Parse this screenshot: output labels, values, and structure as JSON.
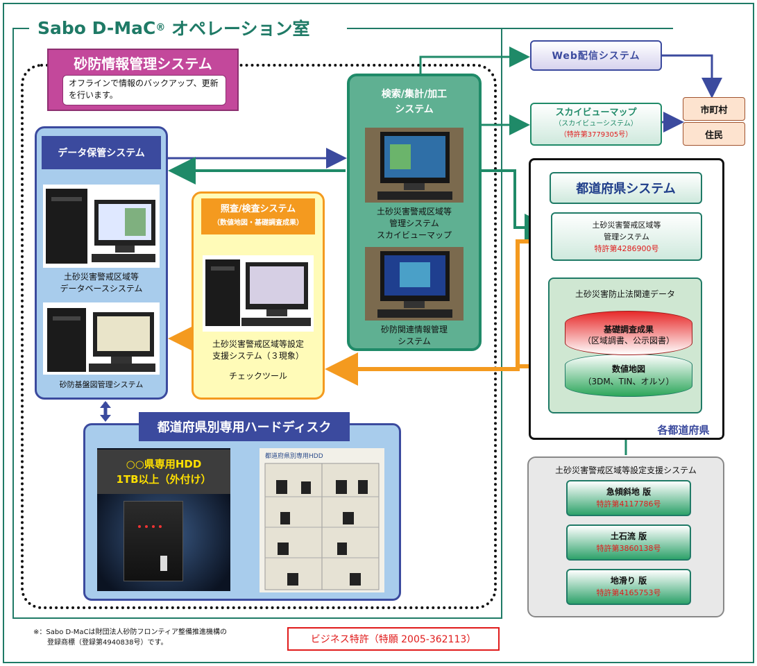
{
  "header": {
    "title": "Sabo D-MaC",
    "title_mark": "®",
    "title_suffix": " オペレーション室"
  },
  "sabo_info": {
    "title": "砂防情報管理システム",
    "description": "オフラインで情報のバックアップ、更新を行います。"
  },
  "data_storage": {
    "title": "データ保管システム",
    "caption1_line1": "土砂災害警戒区域等",
    "caption1_line2": "データベースシステム",
    "caption2": "砂防基盤図管理システム"
  },
  "inspection": {
    "title": "照査/検査システム",
    "subtitle": "（数値地図・基礎調査成果）",
    "caption_line1": "土砂災害警戒区域等設定",
    "caption_line2": "支援システム（３現象）",
    "caption_line3": "チェックツール"
  },
  "search": {
    "title_line1": "検索/集計/加工",
    "title_line2": "システム",
    "caption1_line1": "土砂災害警戒区域等",
    "caption1_line2": "管理システム",
    "caption1_line3": "スカイビューマップ",
    "caption2_line1": "砂防関連情報管理",
    "caption2_line2": "システム"
  },
  "web": {
    "label": "Web配信システム"
  },
  "skyview": {
    "title": "スカイビューマップ",
    "subtitle": "（スカイビューシステム）",
    "patent": "（特許第3779305号）"
  },
  "recipients": {
    "city": "市町村",
    "residents": "住民"
  },
  "prefecture": {
    "title": "都道府県システム",
    "mgmt_line1": "土砂災害警戒区域等",
    "mgmt_line2": "管理システム",
    "mgmt_patent": "特許第4286900号",
    "law_data_title": "土砂災害防止法関連データ",
    "survey_title": "基礎調査成果",
    "survey_sub": "（区域調書、公示図書）",
    "numeric_title": "数値地図",
    "numeric_sub": "（3DM、TIN、オルソ）",
    "label": "各都道府県"
  },
  "support": {
    "title": "土砂災害警戒区域等設定支援システム",
    "versions": [
      {
        "name": "急傾斜地 版",
        "patent": "特許第4117786号"
      },
      {
        "name": "土石流 版",
        "patent": "特許第3860138号"
      },
      {
        "name": "地滑り 版",
        "patent": "特許第4165753号"
      }
    ]
  },
  "hdd": {
    "title": "都道府県別専用ハードディスク",
    "label_line1": "○○県専用HDD",
    "label_line2": "1TB以上（外付け）",
    "shelf_caption": "都道府県別専用HDD"
  },
  "footnote": {
    "line1": "※：Sabo D-MaCは財団法人砂防フロンティア整備推進機構の",
    "line2": "　　登録商標（登録第4940838号）です。"
  },
  "business_patent": "ビジネス特許（特願 2005-362113）",
  "colors": {
    "teal": "#1f7a66",
    "navy": "#3b4a9e",
    "magenta": "#c3489b",
    "orange": "#f49a1f",
    "green": "#5fb092",
    "red": "#e01b1b"
  }
}
